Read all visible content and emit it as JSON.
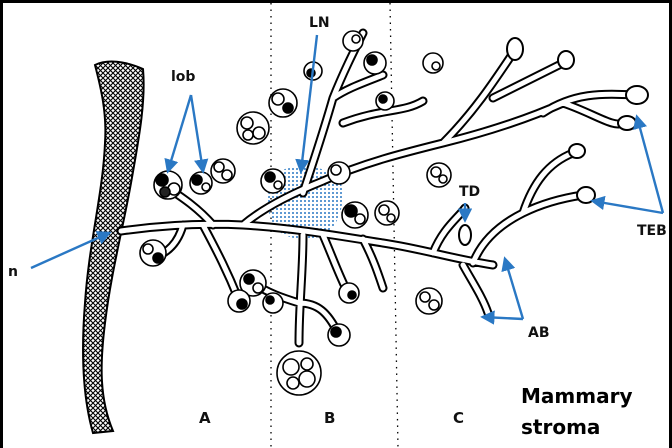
{
  "labels": {
    "lob": "lob",
    "ln": "LN",
    "td": "TD",
    "teb": "TEB",
    "ab": "AB",
    "n": "n"
  },
  "zones": {
    "a": "A",
    "b": "B",
    "c": "C"
  },
  "caption": {
    "line1": "Mammary",
    "line2": "stroma"
  },
  "colors": {
    "arrow": "#2a78c4",
    "frame": "#000000",
    "drawing": "#000000",
    "background": "#ffffff"
  }
}
